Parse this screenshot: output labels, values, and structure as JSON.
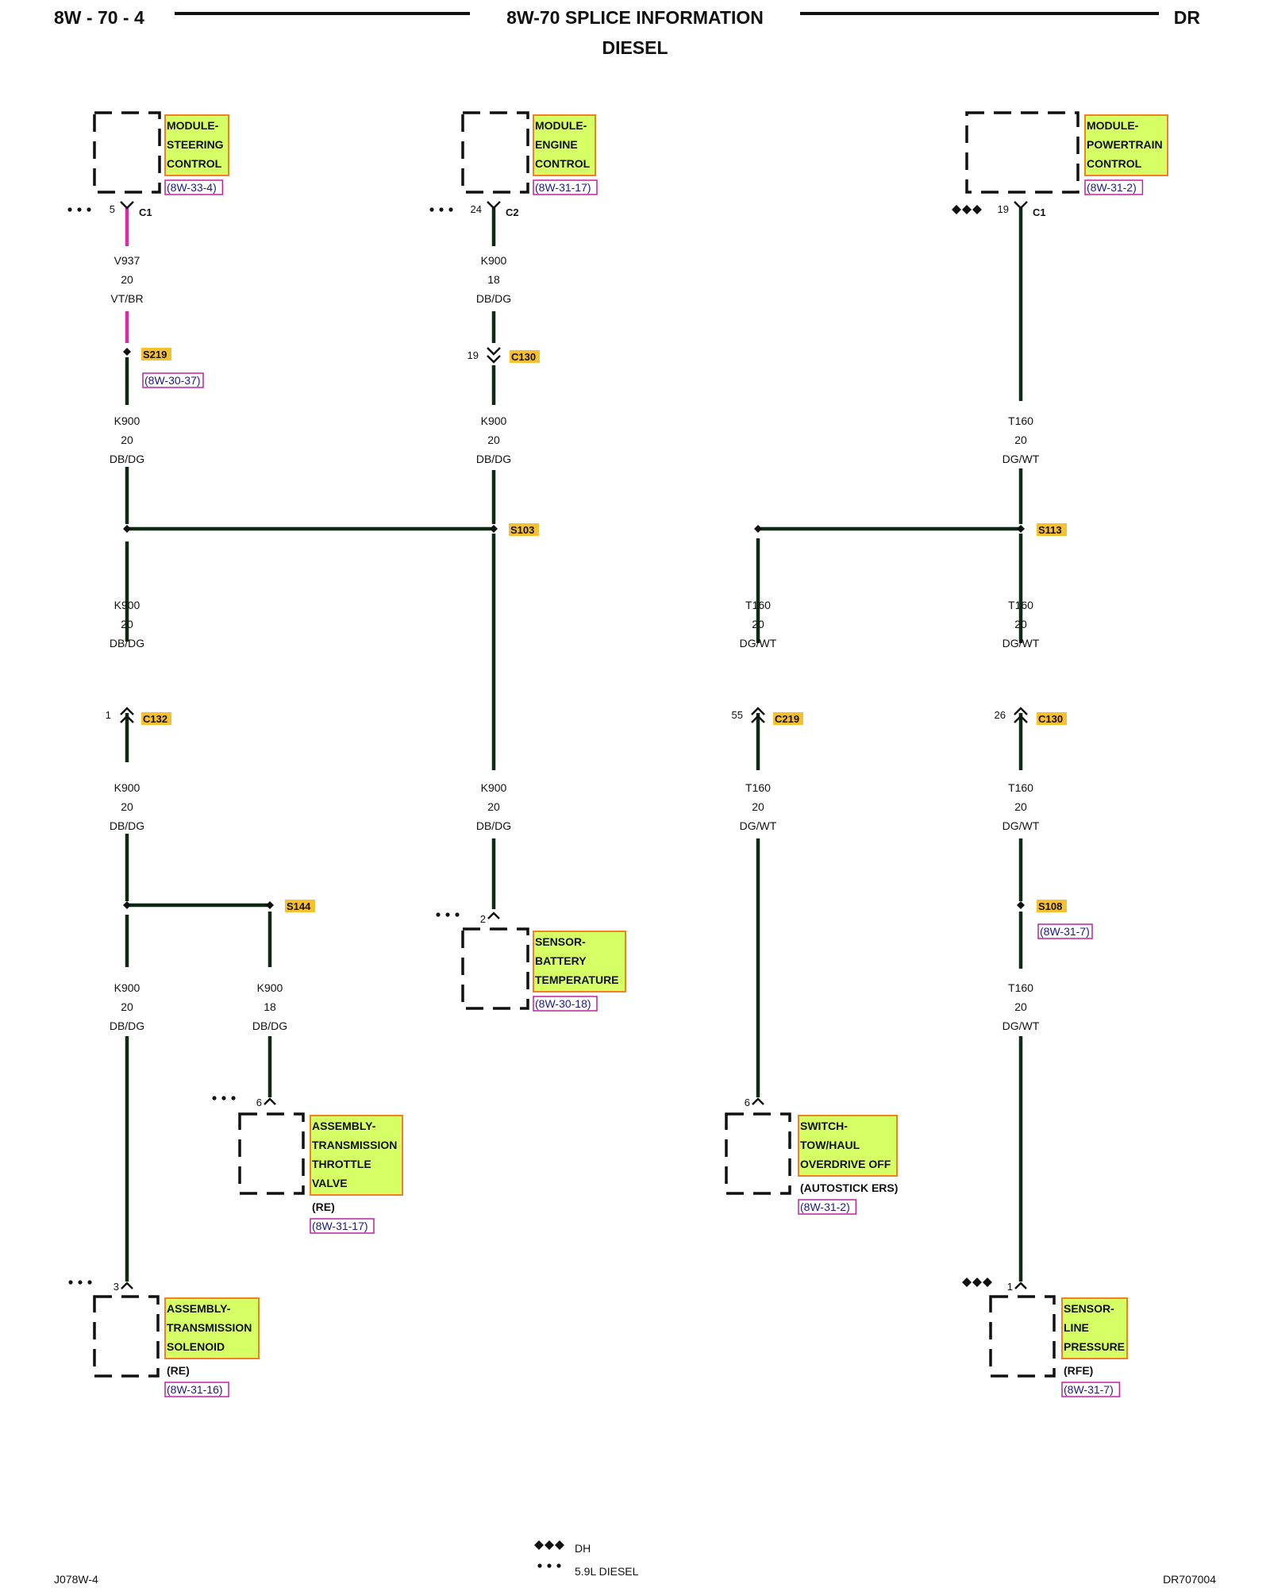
{
  "header": {
    "page": "8W - 70 - 4",
    "title": "8W-70 SPLICE INFORMATION",
    "subtitle": "DIESEL",
    "model": "DR"
  },
  "footer": {
    "left": "J078W-4",
    "right": "DR707004"
  },
  "legend": {
    "dh": "DH",
    "diesel": "5.9L DIESEL"
  },
  "components": {
    "steering": {
      "lines": [
        "MODULE-",
        "STEERING",
        "CONTROL"
      ],
      "ref": "(8W-33-4)"
    },
    "engine": {
      "lines": [
        "MODULE-",
        "ENGINE",
        "CONTROL"
      ],
      "ref": "(8W-31-17)"
    },
    "powertrain": {
      "lines": [
        "MODULE-",
        "POWERTRAIN",
        "CONTROL"
      ],
      "ref": "(8W-31-2)"
    },
    "battery": {
      "lines": [
        "SENSOR-",
        "BATTERY",
        "TEMPERATURE"
      ],
      "ref": "(8W-30-18)"
    },
    "throttle": {
      "lines": [
        "ASSEMBLY-",
        "TRANSMISSION",
        "THROTTLE",
        "VALVE"
      ],
      "note": "(RE)",
      "ref": "(8W-31-17)"
    },
    "towhaul": {
      "lines": [
        "SWITCH-",
        "TOW/HAUL",
        "OVERDRIVE OFF"
      ],
      "note": "(AUTOSTICK ERS)",
      "ref": "(8W-31-2)"
    },
    "solenoid": {
      "lines": [
        "ASSEMBLY-",
        "TRANSMISSION",
        "SOLENOID"
      ],
      "note": "(RE)",
      "ref": "(8W-31-16)"
    },
    "linepressure": {
      "lines": [
        "SENSOR-",
        "LINE",
        "PRESSURE"
      ],
      "note": "(RFE)",
      "ref": "(8W-31-7)"
    }
  },
  "connectors": {
    "c1_steer": {
      "pin": "5",
      "name": "C1"
    },
    "c2_engine": {
      "pin": "24",
      "name": "C2"
    },
    "c1_pcm": {
      "pin": "19",
      "name": "C1"
    },
    "c130_top": {
      "pin": "19",
      "name": "C130"
    },
    "c132": {
      "pin": "1",
      "name": "C132"
    },
    "c219": {
      "pin": "55",
      "name": "C219"
    },
    "c130_right": {
      "pin": "26",
      "name": "C130"
    },
    "battery_pin": {
      "pin": "2"
    },
    "throttle_pin": {
      "pin": "6"
    },
    "towhaul_pin": {
      "pin": "6"
    },
    "solenoid_pin": {
      "pin": "3"
    },
    "linepressure_pin": {
      "pin": "1"
    }
  },
  "splices": {
    "s219": {
      "name": "S219",
      "ref": "(8W-30-37)"
    },
    "s103": {
      "name": "S103"
    },
    "s113": {
      "name": "S113"
    },
    "s144": {
      "name": "S144"
    },
    "s108": {
      "name": "S108",
      "ref": "(8W-31-7)"
    }
  },
  "wires": {
    "w1": [
      "V937",
      "20",
      "VT/BR"
    ],
    "w2": [
      "K900",
      "18",
      "DB/DG"
    ],
    "w3": [
      "K900",
      "20",
      "DB/DG"
    ],
    "w4": [
      "K900",
      "20",
      "DB/DG"
    ],
    "w5": [
      "T160",
      "20",
      "DG/WT"
    ],
    "w6": [
      "K900",
      "20",
      "DB/DG"
    ],
    "w7": [
      "T160",
      "20",
      "DG/WT"
    ],
    "w8": [
      "T160",
      "20",
      "DG/WT"
    ],
    "w9": [
      "K900",
      "20",
      "DB/DG"
    ],
    "w10": [
      "K900",
      "20",
      "DB/DG"
    ],
    "w11": [
      "T160",
      "20",
      "DG/WT"
    ],
    "w12": [
      "T160",
      "20",
      "DG/WT"
    ],
    "w13": [
      "K900",
      "20",
      "DB/DG"
    ],
    "w14": [
      "K900",
      "18",
      "DB/DG"
    ],
    "w15": [
      "T160",
      "20",
      "DG/WT"
    ]
  },
  "colors": {
    "wire_dark": "#0f2a12",
    "wire_violet": "#d42ab0",
    "label_fill": "#d6ff66",
    "label_border": "#f08020",
    "ref_border": "#c020a0",
    "ref_text": "#1a1a8a"
  }
}
